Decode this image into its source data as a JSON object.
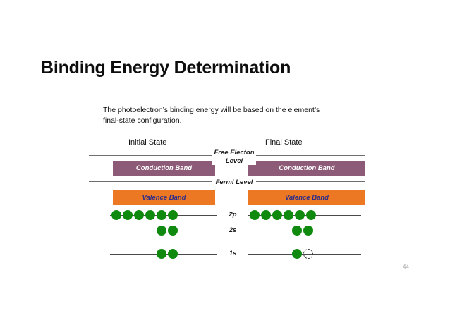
{
  "slide": {
    "title": "Binding Energy Determination",
    "body_text": "The photoelectron’s binding energy will be based on the element’s final-state configuration.",
    "page_number": "44"
  },
  "figure": {
    "headings": {
      "initial": "Initial State",
      "final": "Final State"
    },
    "center_labels": {
      "free_electron_level": "Free Electon Level",
      "fermi_level": "Fermi Level"
    },
    "bands": {
      "conduction_label": "Conduction Band",
      "valence_label": "Valence Band",
      "conduction_color": "#8d5b78",
      "valence_color": "#ec7823",
      "valence_text_color": "#2c2c8a"
    },
    "orbital_labels": {
      "p2": "2p",
      "s2": "2s",
      "s1": "1s"
    },
    "electron_color": "#0f8a0f",
    "initial_state": {
      "2p": {
        "filled": 6,
        "holes": 0
      },
      "2s": {
        "filled": 2,
        "holes": 0
      },
      "1s": {
        "filled": 2,
        "holes": 0
      }
    },
    "final_state": {
      "2p": {
        "filled": 6,
        "holes": 0
      },
      "2s": {
        "filled": 2,
        "holes": 0
      },
      "1s": {
        "filled": 1,
        "holes": 1
      }
    }
  }
}
